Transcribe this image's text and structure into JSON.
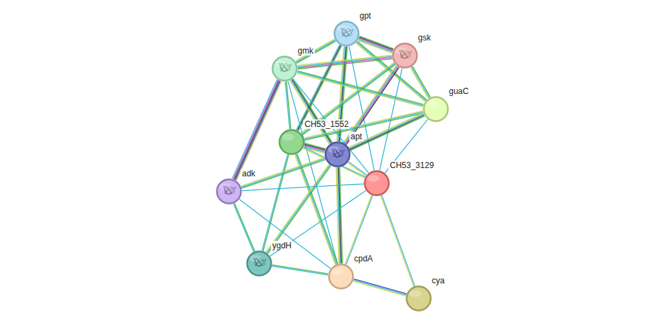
{
  "diagram": {
    "nodes": [
      {
        "text": [
          "gpt"
        ]
      },
      {
        "text": [
          "gsk"
        ]
      },
      {
        "text": [
          "gmk"
        ]
      },
      {
        "text": [
          "guaC"
        ]
      },
      {
        "text": [
          "CH53_1552"
        ]
      },
      {
        "text": [
          "apt"
        ]
      },
      {
        "text": [
          "CH53_3129"
        ]
      },
      {
        "text": [
          "adk"
        ]
      },
      {
        "text": [
          "ygdH"
        ]
      },
      {
        "text": [
          "cpdA"
        ]
      },
      {
        "text": [
          "cya"
        ]
      }
    ],
    "edges": [
      {
        "from": 0,
        "to": 1,
        "arrow": "none"
      },
      {
        "from": 0,
        "to": 2,
        "arrow": "none"
      },
      {
        "from": 0,
        "to": 3,
        "arrow": "none"
      },
      {
        "from": 0,
        "to": 4,
        "arrow": "none"
      },
      {
        "from": 0,
        "to": 5,
        "arrow": "none"
      },
      {
        "from": 0,
        "to": 6,
        "arrow": "none"
      },
      {
        "from": 1,
        "to": 2,
        "arrow": "none"
      },
      {
        "from": 1,
        "to": 3,
        "arrow": "none"
      },
      {
        "from": 1,
        "to": 4,
        "arrow": "none"
      },
      {
        "from": 1,
        "to": 5,
        "arrow": "none"
      },
      {
        "from": 1,
        "to": 6,
        "arrow": "none"
      },
      {
        "from": 2,
        "to": 3,
        "arrow": "none"
      },
      {
        "from": 2,
        "to": 4,
        "arrow": "none"
      },
      {
        "from": 2,
        "to": 5,
        "arrow": "none"
      },
      {
        "from": 2,
        "to": 6,
        "arrow": "none"
      },
      {
        "from": 2,
        "to": 7,
        "arrow": "none"
      },
      {
        "from": 2,
        "to": 9,
        "arrow": "none"
      },
      {
        "from": 3,
        "to": 4,
        "arrow": "none"
      },
      {
        "from": 3,
        "to": 5,
        "arrow": "none"
      },
      {
        "from": 3,
        "to": 6,
        "arrow": "none"
      },
      {
        "from": 4,
        "to": 5,
        "arrow": "none"
      },
      {
        "from": 4,
        "to": 6,
        "arrow": "none"
      },
      {
        "from": 4,
        "to": 8,
        "arrow": "none"
      },
      {
        "from": 4,
        "to": 9,
        "arrow": "none"
      },
      {
        "from": 5,
        "to": 6,
        "arrow": "none"
      },
      {
        "from": 5,
        "to": 7,
        "arrow": "none"
      },
      {
        "from": 5,
        "to": 8,
        "arrow": "none"
      },
      {
        "from": 5,
        "to": 9,
        "arrow": "none"
      },
      {
        "from": 6,
        "to": 7,
        "arrow": "none"
      },
      {
        "from": 6,
        "to": 8,
        "arrow": "none"
      },
      {
        "from": 6,
        "to": 9,
        "arrow": "none"
      },
      {
        "from": 6,
        "to": 10,
        "arrow": "none"
      },
      {
        "from": 7,
        "to": 8,
        "arrow": "none"
      },
      {
        "from": 7,
        "to": 9,
        "arrow": "none"
      },
      {
        "from": 8,
        "to": 9,
        "arrow": "none"
      },
      {
        "from": 9,
        "to": 10,
        "arrow": "none"
      }
    ]
  }
}
